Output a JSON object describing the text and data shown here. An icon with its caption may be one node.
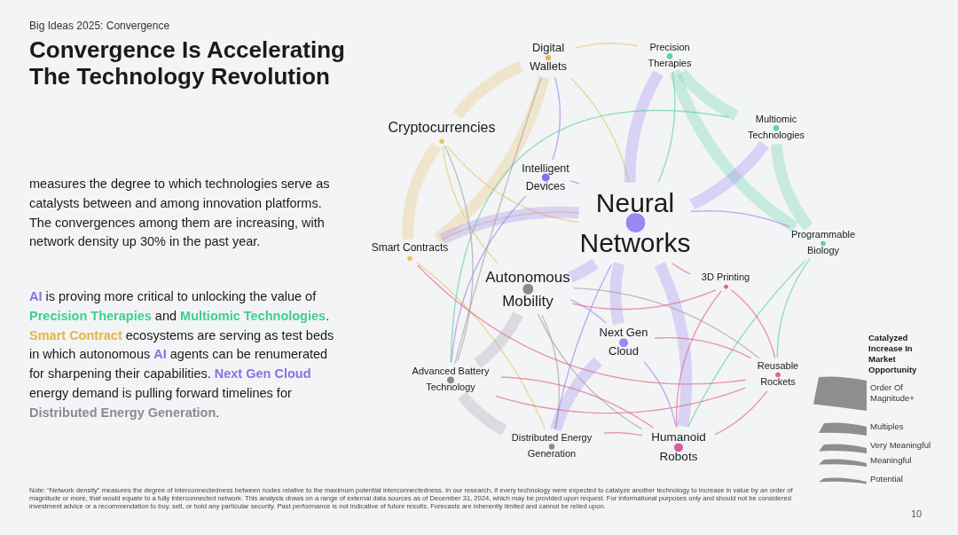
{
  "diagram": {
    "title": "Convergence Is Accelerating The Technology Revolution",
    "nodes": [
      {
        "text": [
          "Digital Wallets"
        ]
      },
      {
        "text": [
          "Precision Therapies"
        ]
      },
      {
        "text": [
          "Multiomic Technologies"
        ]
      },
      {
        "text": [
          "Cryptocurrencies"
        ]
      },
      {
        "text": [
          "Intelligent Devices"
        ]
      },
      {
        "text": [
          "Neural Networks"
        ]
      },
      {
        "text": [
          "Programmable Biology"
        ]
      },
      {
        "text": [
          "Smart Contracts"
        ]
      },
      {
        "text": [
          "Autonomous Mobility"
        ]
      },
      {
        "text": [
          "3D Printing"
        ]
      },
      {
        "text": [
          "Next Gen Cloud"
        ]
      },
      {
        "text": [
          "Advanced Battery Technology"
        ]
      },
      {
        "text": [
          "Reusable Rockets"
        ]
      },
      {
        "text": [
          "Distributed Energy Generation"
        ]
      },
      {
        "text": [
          "Humanoid Robots"
        ]
      }
    ],
    "edges": [
      {
        "from": 3,
        "to": 0,
        "arrow": "none",
        "style": "thick",
        "color": "#e9c46a"
      },
      {
        "from": 3,
        "to": 7,
        "arrow": "none",
        "style": "thick",
        "color": "#e9c46a"
      },
      {
        "from": 0,
        "to": 7,
        "arrow": "none",
        "style": "thick",
        "color": "#e9c46a"
      },
      {
        "from": 3,
        "to": 5,
        "arrow": "none",
        "color": "#e9c46a"
      },
      {
        "from": 0,
        "to": 5,
        "arrow": "none",
        "color": "#e9c46a"
      },
      {
        "from": 7,
        "to": 5,
        "arrow": "none",
        "color": "#e9c46a"
      },
      {
        "from": 0,
        "to": 1,
        "arrow": "none",
        "color": "#e9c46a"
      },
      {
        "from": 3,
        "to": 8,
        "arrow": "none",
        "color": "#e9c46a"
      },
      {
        "from": 7,
        "to": 13,
        "arrow": "none",
        "color": "#e9c46a"
      },
      {
        "from": 1,
        "to": 2,
        "arrow": "none",
        "style": "thick",
        "color": "#5fd3a0"
      },
      {
        "from": 1,
        "to": 6,
        "arrow": "none",
        "style": "thick",
        "color": "#5fd3a0"
      },
      {
        "from": 2,
        "to": 6,
        "arrow": "none",
        "style": "thick",
        "color": "#5fd3a0"
      },
      {
        "from": 1,
        "to": 5,
        "arrow": "none",
        "color": "#5fd3a0"
      },
      {
        "from": 2,
        "to": 11,
        "arrow": "none",
        "color": "#5fd3a0"
      },
      {
        "from": 6,
        "to": 14,
        "arrow": "none",
        "color": "#5fd3a0"
      },
      {
        "from": 6,
        "to": 12,
        "arrow": "none",
        "color": "#5fd3a0"
      },
      {
        "from": 5,
        "to": 1,
        "arrow": "none",
        "style": "thick",
        "color": "#9d86ee"
      },
      {
        "from": 5,
        "to": 2,
        "arrow": "none",
        "style": "thick",
        "color": "#9d86ee"
      },
      {
        "from": 5,
        "to": 14,
        "arrow": "none",
        "style": "thick",
        "color": "#9d86ee"
      },
      {
        "from": 5,
        "to": 10,
        "arrow": "none",
        "style": "thick",
        "color": "#9d86ee"
      },
      {
        "from": 5,
        "to": 8,
        "arrow": "none",
        "style": "thick",
        "color": "#9d86ee"
      },
      {
        "from": 5,
        "to": 4,
        "arrow": "none",
        "color": "#9d86ee"
      },
      {
        "from": 5,
        "to": 6,
        "arrow": "none",
        "color": "#9d86ee"
      },
      {
        "from": 5,
        "to": 7,
        "arrow": "none",
        "style": "thick",
        "color": "#9d86ee"
      },
      {
        "from": 5,
        "to": 13,
        "arrow": "none",
        "color": "#9d86ee"
      },
      {
        "from": 4,
        "to": 0,
        "arrow": "none",
        "color": "#9d86ee"
      },
      {
        "from": 4,
        "to": 11,
        "arrow": "none",
        "color": "#9d86ee"
      },
      {
        "from": 10,
        "to": 13,
        "arrow": "none",
        "style": "thick",
        "color": "#9d86ee"
      },
      {
        "from": 10,
        "to": 14,
        "arrow": "none",
        "color": "#9d86ee"
      },
      {
        "from": 10,
        "to": 8,
        "arrow": "none",
        "color": "#9d86ee"
      },
      {
        "from": 8,
        "to": 11,
        "arrow": "none",
        "style": "thick",
        "color": "#a3a3a8"
      },
      {
        "from": 11,
        "to": 13,
        "arrow": "none",
        "style": "thick",
        "color": "#a3a3a8"
      },
      {
        "from": 8,
        "to": 13,
        "arrow": "none",
        "color": "#a3a3a8"
      },
      {
        "from": 8,
        "to": 14,
        "arrow": "none",
        "color": "#a3a3a8"
      },
      {
        "from": 8,
        "to": 12,
        "arrow": "none",
        "color": "#a3a3a8"
      },
      {
        "from": 11,
        "to": 3,
        "arrow": "none",
        "color": "#a3a3a8"
      },
      {
        "from": 11,
        "to": 0,
        "arrow": "none",
        "color": "#a3a3a8"
      },
      {
        "from": 14,
        "to": 12,
        "arrow": "none",
        "color": "#e0668a"
      },
      {
        "from": 9,
        "to": 12,
        "arrow": "none",
        "color": "#e0668a"
      },
      {
        "from": 9,
        "to": 14,
        "arrow": "none",
        "color": "#e0668a"
      },
      {
        "from": 10,
        "to": 12,
        "arrow": "none",
        "color": "#e0668a"
      },
      {
        "from": 14,
        "to": 11,
        "arrow": "none",
        "color": "#e0668a"
      },
      {
        "from": 13,
        "to": 14,
        "arrow": "none",
        "color": "#e0668a"
      },
      {
        "from": 12,
        "to": 11,
        "arrow": "none",
        "color": "#e0668a"
      },
      {
        "from": 9,
        "to": 8,
        "arrow": "none",
        "color": "#e0668a"
      },
      {
        "from": 5,
        "to": 9,
        "arrow": "none",
        "color": "#e0668a"
      },
      {
        "from": 12,
        "to": 7,
        "arrow": "none",
        "color": "#e0668a"
      }
    ],
    "labels": [
      "Big Ideas 2025: Convergence",
      "measures the degree to which technologies serve as catalysts between and among innovation platforms. The convergences among them are increasing, with network density up 30% in the past year.",
      "**AI** is proving more critical to unlocking the value of **Precision Therapies** and **Multiomic Technologies**. **Smart Contract** ecosystems are serving as test beds in which autonomous **AI** agents can be renumerated for sharpening their capabilities. **Next Gen Cloud** energy demand is pulling forward timelines for **Distributed Energy Generation**.",
      "Catalyzed Increase In Market Opportunity",
      "Note: “Network density” measures the degree of interconnectedness between nodes relative to the maximum potential interconnectedness. In our research, if every technology were expected to catalyze another technology to increase in value by an order of magnitude or more, that would equate to a fully interconnected network. This analysis draws on a range of external data sources as of December 31, 2024, which may be provided upon request. For informational purposes only and should not be considered investment advice or a recommendation to buy, sell, or hold any particular security. Past performance is not indicative of future results. Forecasts are inherently limited and cannot be relied upon.",
      "10"
    ],
    "legend": [
      {
        "text": "Order Of Magnitude+"
      },
      {
        "text": "Multiples"
      },
      {
        "text": "Very Meaningful"
      },
      {
        "text": "Meaningful"
      },
      {
        "text": "Potential"
      }
    ]
  }
}
